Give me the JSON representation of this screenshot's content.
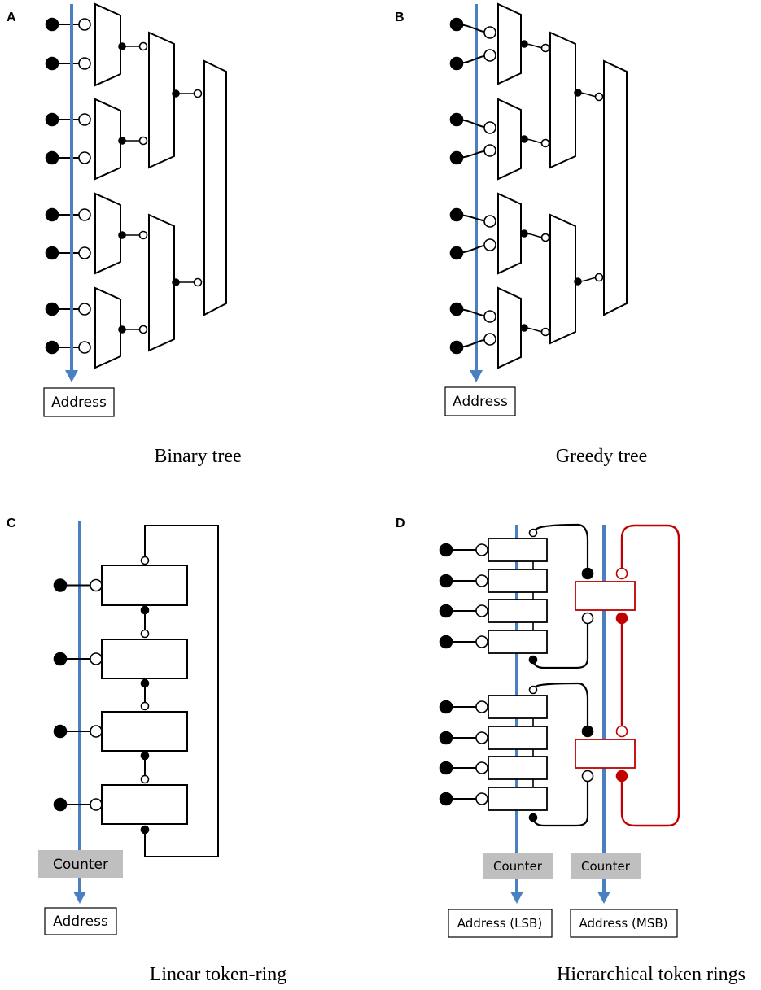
{
  "figure": {
    "panels": [
      {
        "id": "A",
        "letter": "A",
        "caption": "Binary tree",
        "boxes": [
          "Address"
        ]
      },
      {
        "id": "B",
        "letter": "B",
        "caption": "Greedy tree",
        "boxes": [
          "Address"
        ]
      },
      {
        "id": "C",
        "letter": "C",
        "caption": "Linear token-ring",
        "boxes": [
          "Counter",
          "Address"
        ]
      },
      {
        "id": "D",
        "letter": "D",
        "caption": "Hierarchical token rings",
        "boxes": [
          "Counter",
          "Counter",
          "Address (LSB)",
          "Address (MSB)"
        ]
      }
    ],
    "colors": {
      "bus": "#4a7fc1",
      "ring": "#c00000",
      "counter_fill": "#bfbfbf",
      "line": "#000000"
    }
  }
}
